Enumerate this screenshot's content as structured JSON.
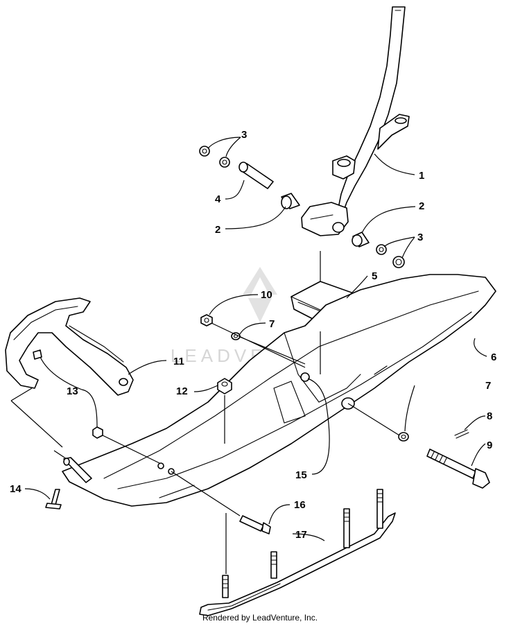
{
  "watermark": {
    "brand": "LEADVENTURE"
  },
  "credit": "Rendered by LeadVenture, Inc.",
  "callouts": [
    {
      "id": "c1",
      "number": "1"
    },
    {
      "id": "c2a",
      "number": "2"
    },
    {
      "id": "c2b",
      "number": "2"
    },
    {
      "id": "c3a",
      "number": "3"
    },
    {
      "id": "c3b",
      "number": "3"
    },
    {
      "id": "c4",
      "number": "4"
    },
    {
      "id": "c5",
      "number": "5"
    },
    {
      "id": "c6",
      "number": "6"
    },
    {
      "id": "c7a",
      "number": "7"
    },
    {
      "id": "c7b",
      "number": "7"
    },
    {
      "id": "c8",
      "number": "8"
    },
    {
      "id": "c9",
      "number": "9"
    },
    {
      "id": "c10",
      "number": "10"
    },
    {
      "id": "c11",
      "number": "11"
    },
    {
      "id": "c12",
      "number": "12"
    },
    {
      "id": "c13",
      "number": "13"
    },
    {
      "id": "c14",
      "number": "14"
    },
    {
      "id": "c15",
      "number": "15"
    },
    {
      "id": "c16",
      "number": "16"
    },
    {
      "id": "c17",
      "number": "17"
    }
  ],
  "colors": {
    "line": "#000000",
    "background": "#ffffff",
    "watermark": "#d6d6d6"
  }
}
